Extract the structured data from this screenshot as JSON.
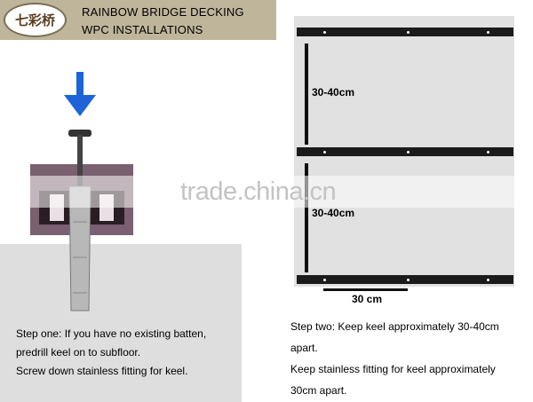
{
  "header": {
    "logo_text": "七彩桥",
    "title_line1": "RAINBOW BRIDGE DECKING",
    "title_line2": "WPC INSTALLATIONS",
    "background_color": "#bfb59b"
  },
  "left": {
    "arrow_color": "#1e63d8",
    "step_lines": [
      "Step one: If you have  no existing batten,",
      "predrill keel on to subfloor.",
      "Screw down stainless fitting for keel."
    ]
  },
  "right": {
    "dimension_vertical_1": "30-40cm",
    "dimension_vertical_2": "30-40cm",
    "dimension_horizontal": "30 cm",
    "step_lines": [
      "Step two: Keep keel approximately 30-40cm",
      "apart.",
      "Keep stainless fitting for keel approximately",
      "30cm apart."
    ]
  },
  "watermark": {
    "text": "trade.china.cn"
  }
}
